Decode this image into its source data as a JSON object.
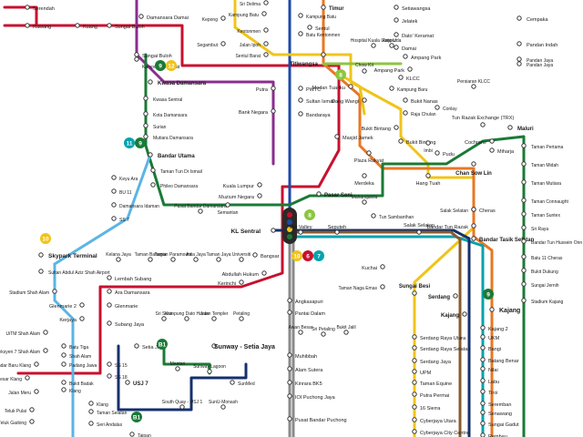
{
  "stations": [
    {
      "id": "serendah",
      "label": "Serendah"
    },
    {
      "id": "rawang",
      "label": "Rawang"
    },
    {
      "id": "kuang",
      "label": "Kuang"
    },
    {
      "id": "sg-buloh-a",
      "label": "Sungai Buloh"
    },
    {
      "id": "sg-buloh-b",
      "label": "Sungai Buloh"
    },
    {
      "id": "damansara-damai",
      "label": "Damansara Damai"
    },
    {
      "id": "kampung-selamat",
      "label": "Kampung Selamat"
    },
    {
      "id": "kwasa-damansara",
      "label": "Kwasa Damansara"
    },
    {
      "id": "kwasa-sentral",
      "label": "Kwasa Sentral"
    },
    {
      "id": "kota-damansara",
      "label": "Kota Damansara"
    },
    {
      "id": "surian",
      "label": "Surian"
    },
    {
      "id": "mutiara-damansara",
      "label": "Mutiara Damansara"
    },
    {
      "id": "bandar-utama",
      "label": "Bandar Utama"
    },
    {
      "id": "ttdi",
      "label": "Taman Tun Dr Ismail"
    },
    {
      "id": "phileo",
      "label": "Phileo Damansara"
    },
    {
      "id": "pusat-bandar-damansara",
      "label": "Pusat Bandar Damansara"
    },
    {
      "id": "semantan",
      "label": "Semantan"
    },
    {
      "id": "muzium-negara",
      "label": "Muzium Negara"
    },
    {
      "id": "kuala-lumpur",
      "label": "Kuala Lumpur"
    },
    {
      "id": "kl-sentral",
      "label": "KL Sentral"
    },
    {
      "id": "kepong",
      "label": "Kepong"
    },
    {
      "id": "segambut",
      "label": "Segambut"
    },
    {
      "id": "sri-delima",
      "label": "Sri Delima"
    },
    {
      "id": "kampung-batu-a",
      "label": "Kampung Batu"
    },
    {
      "id": "kampung-batu-b",
      "label": "Kampung Batu"
    },
    {
      "id": "kentonmen-a",
      "label": "Kentonmen"
    },
    {
      "id": "batu-kentonmen",
      "label": "Batu Kentonmen"
    },
    {
      "id": "jalan-ipoh",
      "label": "Jalan Ipoh"
    },
    {
      "id": "sentul-barat",
      "label": "Sentul Barat"
    },
    {
      "id": "sentul-timur",
      "label": "Timur"
    },
    {
      "id": "sentul",
      "label": "Sentul"
    },
    {
      "id": "putra",
      "label": "Putra"
    },
    {
      "id": "pwtc",
      "label": "PWTC"
    },
    {
      "id": "sultan-ismail",
      "label": "Sultan Ismail"
    },
    {
      "id": "bank-negara",
      "label": "Bank Negara"
    },
    {
      "id": "bandaraya",
      "label": "Bandaraya"
    },
    {
      "id": "titiwangsa",
      "label": "Titiwangsa"
    },
    {
      "id": "hkl",
      "label": "Hospital Kuala Lumpur"
    },
    {
      "id": "raja-uda",
      "label": "Raja Uda"
    },
    {
      "id": "chow-kit",
      "label": "Chow Kit"
    },
    {
      "id": "medan-tuanku",
      "label": "Medan Tuanku"
    },
    {
      "id": "setiawangsa",
      "label": "Setiawangsa"
    },
    {
      "id": "jelatek",
      "label": "Jelatek"
    },
    {
      "id": "dato-keramat",
      "label": "Dato' Keramat"
    },
    {
      "id": "damai",
      "label": "Damai"
    },
    {
      "id": "ampang-park-a",
      "label": "Ampang Park"
    },
    {
      "id": "ampang-park-b",
      "label": "Ampang Park"
    },
    {
      "id": "klcc",
      "label": "KLCC"
    },
    {
      "id": "kampung-baru",
      "label": "Kampung Baru"
    },
    {
      "id": "dang-wangi",
      "label": "Dang Wangi"
    },
    {
      "id": "bukit-nanas",
      "label": "Bukit Nanas"
    },
    {
      "id": "raja-chulan",
      "label": "Raja Chulan"
    },
    {
      "id": "conlay",
      "label": "Conlay"
    },
    {
      "id": "bukit-bintang-a",
      "label": "Bukit Bintang"
    },
    {
      "id": "bukit-bintang-b",
      "label": "Bukit Bintang"
    },
    {
      "id": "masjid-jamek",
      "label": "Masjid Jamek"
    },
    {
      "id": "imbi",
      "label": "Imbi"
    },
    {
      "id": "pudu",
      "label": "Pudu"
    },
    {
      "id": "plaza-rakyat",
      "label": "Plaza Rakyat"
    },
    {
      "id": "merdeka",
      "label": "Merdeka"
    },
    {
      "id": "hang-tuah",
      "label": "Hang Tuah"
    },
    {
      "id": "pasar-seni",
      "label": "Pasar Seni"
    },
    {
      "id": "maharajalela",
      "label": "Maharajalela"
    },
    {
      "id": "tun-sambanthan",
      "label": "Tun Sambanthan"
    },
    {
      "id": "cempaka",
      "label": "Cempaka"
    },
    {
      "id": "pandan-indah",
      "label": "Pandan Indah"
    },
    {
      "id": "pandan-jaya",
      "label": "Pandan Jaya"
    },
    {
      "id": "persiaran-klcc",
      "label": "Persiaran KLCC"
    },
    {
      "id": "trx",
      "label": "Tun Razak Exchange (TRX)"
    },
    {
      "id": "maluri",
      "label": "Maluri"
    },
    {
      "id": "cochrane",
      "label": "Cochrane"
    },
    {
      "id": "miharja",
      "label": "Miharja"
    },
    {
      "id": "chan-sow-lin",
      "label": "Chan Sow Lin"
    },
    {
      "id": "cheras",
      "label": "Cheras"
    },
    {
      "id": "salak-selatan",
      "label": "Salak Selatan"
    },
    {
      "id": "bandar-tun-razak",
      "label": "Bandar Tun Razak"
    },
    {
      "id": "bandar-tasik-selatan",
      "label": "Bandar Tasik Selatan"
    },
    {
      "id": "taman-pertama",
      "label": "Taman Pertama"
    },
    {
      "id": "taman-midah",
      "label": "Taman Midah"
    },
    {
      "id": "taman-mutiara",
      "label": "Taman Mutiara"
    },
    {
      "id": "taman-connaught",
      "label": "Taman Connaught"
    },
    {
      "id": "taman-suntex",
      "label": "Taman Suntex"
    },
    {
      "id": "sri-raya",
      "label": "Sri Raya"
    },
    {
      "id": "bandar-tun-hussein-onn",
      "label": "Bandar Tun Hussein Onn"
    },
    {
      "id": "batu-11-cheras",
      "label": "Batu 11 Cheras"
    },
    {
      "id": "bukit-dukung",
      "label": "Bukit Dukung"
    },
    {
      "id": "sungai-jernih",
      "label": "Sungai Jernih"
    },
    {
      "id": "stadium-kajang",
      "label": "Stadium Kajang"
    },
    {
      "id": "kajang-a",
      "label": "Kajang"
    },
    {
      "id": "kajang-b",
      "label": "Kajang"
    },
    {
      "id": "serdang-a",
      "label": "Serdang"
    },
    {
      "id": "kajang-2",
      "label": "Kajang 2"
    },
    {
      "id": "ukm",
      "label": "UKM"
    },
    {
      "id": "bangi",
      "label": "Bangi"
    },
    {
      "id": "batang-benar",
      "label": "Batang Benar"
    },
    {
      "id": "nilai",
      "label": "Nilai"
    },
    {
      "id": "labu",
      "label": "Labu"
    },
    {
      "id": "tiroi",
      "label": "Tiroi"
    },
    {
      "id": "seremban",
      "label": "Seremban"
    },
    {
      "id": "senawang",
      "label": "Senawang"
    },
    {
      "id": "sungai-gadut",
      "label": "Sungai Gadut"
    },
    {
      "id": "rembau",
      "label": "Rembau"
    },
    {
      "id": "mid-valley",
      "label": "Mid Valley"
    },
    {
      "id": "seputeh",
      "label": "Seputeh"
    },
    {
      "id": "salak-selatan-k",
      "label": "Salak Selatan"
    },
    {
      "id": "kuchai",
      "label": "Kuchai"
    },
    {
      "id": "taman-naga-emas",
      "label": "Taman Naga Emas"
    },
    {
      "id": "sungai-besi",
      "label": "Sungai Besi"
    },
    {
      "id": "serdang-raya-utara",
      "label": "Serdang Raya Utara"
    },
    {
      "id": "serdang-raya-selatan",
      "label": "Serdang Raya Selatan"
    },
    {
      "id": "serdang-jaya",
      "label": "Serdang Jaya"
    },
    {
      "id": "upm",
      "label": "UPM"
    },
    {
      "id": "taman-equine",
      "label": "Taman Equine"
    },
    {
      "id": "putra-permai",
      "label": "Putra Permai"
    },
    {
      "id": "16-sierra",
      "label": "16 Sierra"
    },
    {
      "id": "cyberjaya-utara",
      "label": "Cyberjaya Utara"
    },
    {
      "id": "cyberjaya-city-centre",
      "label": "Cyberjaya City Centre"
    },
    {
      "id": "awan-besar",
      "label": "Awan Besar"
    },
    {
      "id": "sri-petaling",
      "label": "Sri Petaling"
    },
    {
      "id": "bukit-jalil",
      "label": "Bukit Jalil"
    },
    {
      "id": "muhibbah",
      "label": "Muhibbah"
    },
    {
      "id": "alam-sutera",
      "label": "Alam Sutera"
    },
    {
      "id": "kinrara-bk5",
      "label": "Kinrara BK5"
    },
    {
      "id": "ioi-puchong-jaya",
      "label": "IOI Puchong Jaya"
    },
    {
      "id": "pusat-bandar-puchong",
      "label": "Pusat Bandar Puchong"
    },
    {
      "id": "bangsar",
      "label": "Bangsar"
    },
    {
      "id": "abdullah-hukum",
      "label": "Abdullah Hukum"
    },
    {
      "id": "kerinchi",
      "label": "Kerinchi"
    },
    {
      "id": "angkasapuri",
      "label": "Angkasapuri"
    },
    {
      "id": "pantai-dalam",
      "label": "Pantai Dalam"
    },
    {
      "id": "universiti",
      "label": "Universiti"
    },
    {
      "id": "taman-jaya",
      "label": "Taman Jaya"
    },
    {
      "id": "asia-jaya",
      "label": "Asia Jaya"
    },
    {
      "id": "taman-paramount",
      "label": "Taman Paramount"
    },
    {
      "id": "taman-bahagia",
      "label": "Taman Bahagia"
    },
    {
      "id": "kelana-jaya",
      "label": "Kelana Jaya"
    },
    {
      "id": "lembah-subang",
      "label": "Lembah Subang"
    },
    {
      "id": "ara-damansara",
      "label": "Ara Damansara"
    },
    {
      "id": "glenmarie-a",
      "label": "Glenmarie"
    },
    {
      "id": "glenmarie-2",
      "label": "Glenmarie 2"
    },
    {
      "id": "subang-jaya",
      "label": "Subang Jaya"
    },
    {
      "id": "usj-7",
      "label": "USJ 7"
    },
    {
      "id": "sri-setia",
      "label": "Sri Setia"
    },
    {
      "id": "kampung-dato-harun",
      "label": "Kampung Dato Harun"
    },
    {
      "id": "jalan-templer",
      "label": "Jalan Templer"
    },
    {
      "id": "setia-jaya",
      "label": "Setia Jaya"
    },
    {
      "id": "petaling",
      "label": "Petaling"
    },
    {
      "id": "skypark",
      "label": "Skypark Terminal"
    },
    {
      "id": "saas-airport",
      "label": "Sultan Abdul Aziz Shah Airport"
    },
    {
      "id": "kerjaya",
      "label": "Kerjaya"
    },
    {
      "id": "stadium-shah-alam",
      "label": "Stadium Shah Alam"
    },
    {
      "id": "uitm",
      "label": "UiTM Shah Alam"
    },
    {
      "id": "seksyen-7",
      "label": "Seksyen 7 Shah Alam"
    },
    {
      "id": "bandar-baru-klang",
      "label": "Bandar Baru Klang"
    },
    {
      "id": "pasar-besar-klang",
      "label": "Pasar Besar Klang"
    },
    {
      "id": "jalan-meru",
      "label": "Jalan Meru"
    },
    {
      "id": "batu-tiga",
      "label": "Batu Tiga"
    },
    {
      "id": "shah-alam",
      "label": "Shah Alam"
    },
    {
      "id": "padang-jawa",
      "label": "Padang Jawa"
    },
    {
      "id": "bukit-badak",
      "label": "Bukit Badak"
    },
    {
      "id": "klang-a",
      "label": "Klang"
    },
    {
      "id": "klang-b",
      "label": "Klang"
    },
    {
      "id": "teluk-pulai",
      "label": "Teluk Pulai"
    },
    {
      "id": "teluk-gadong",
      "label": "Teluk Gadong"
    },
    {
      "id": "taman-selatan",
      "label": "Taman Selatan"
    },
    {
      "id": "seri-andalas",
      "label": "Seri Andalas"
    },
    {
      "id": "ss-15",
      "label": "SS 15"
    },
    {
      "id": "ss-18",
      "label": "SS 18"
    },
    {
      "id": "mentari",
      "label": "Mentari"
    },
    {
      "id": "sunway-lagoon",
      "label": "Sunway Lagoon"
    },
    {
      "id": "sunmed",
      "label": "SunMed"
    },
    {
      "id": "south-quay",
      "label": "South Quay - USJ 1"
    },
    {
      "id": "sunu-monash",
      "label": "SunU-Monash"
    },
    {
      "id": "sunway-setia-jaya",
      "label": "Sunway - Setia Jaya"
    },
    {
      "id": "taipan",
      "label": "Taipan"
    },
    {
      "id": "pandan-jaya-b",
      "label": "Pandan Jaya"
    },
    {
      "id": "bu-11",
      "label": "BU 11"
    },
    {
      "id": "damansara-idaman",
      "label": "Damansara Idaman"
    },
    {
      "id": "ss-7",
      "label": "SS 7"
    },
    {
      "id": "keyu-ara",
      "label": "Keyu Ara"
    }
  ],
  "badges": {
    "b_9_12_a": "9",
    "b_9_12_b": "12",
    "b_11_a": "11",
    "b_9_b": "9",
    "b_8_a": "8",
    "b_8_b": "8",
    "b_10_a": "10",
    "b_10_b": "10",
    "b_6": "6",
    "b_7": "7",
    "b_9_kajang": "9",
    "b_b1_a": "B1",
    "b_b1_b": "B1"
  },
  "colors": {
    "red": "#c8102e",
    "blue": "#1e4aa8",
    "yellow": "#f0c419",
    "green": "#1a7a36",
    "lightgreen": "#8dc63f",
    "orange": "#e87722",
    "purple": "#8b2c8f",
    "teal": "#00a3ad",
    "skyblue": "#5bb4e5",
    "gray": "#8a8a8a",
    "darkblue": "#15306e",
    "brown": "#8a5a2b"
  }
}
